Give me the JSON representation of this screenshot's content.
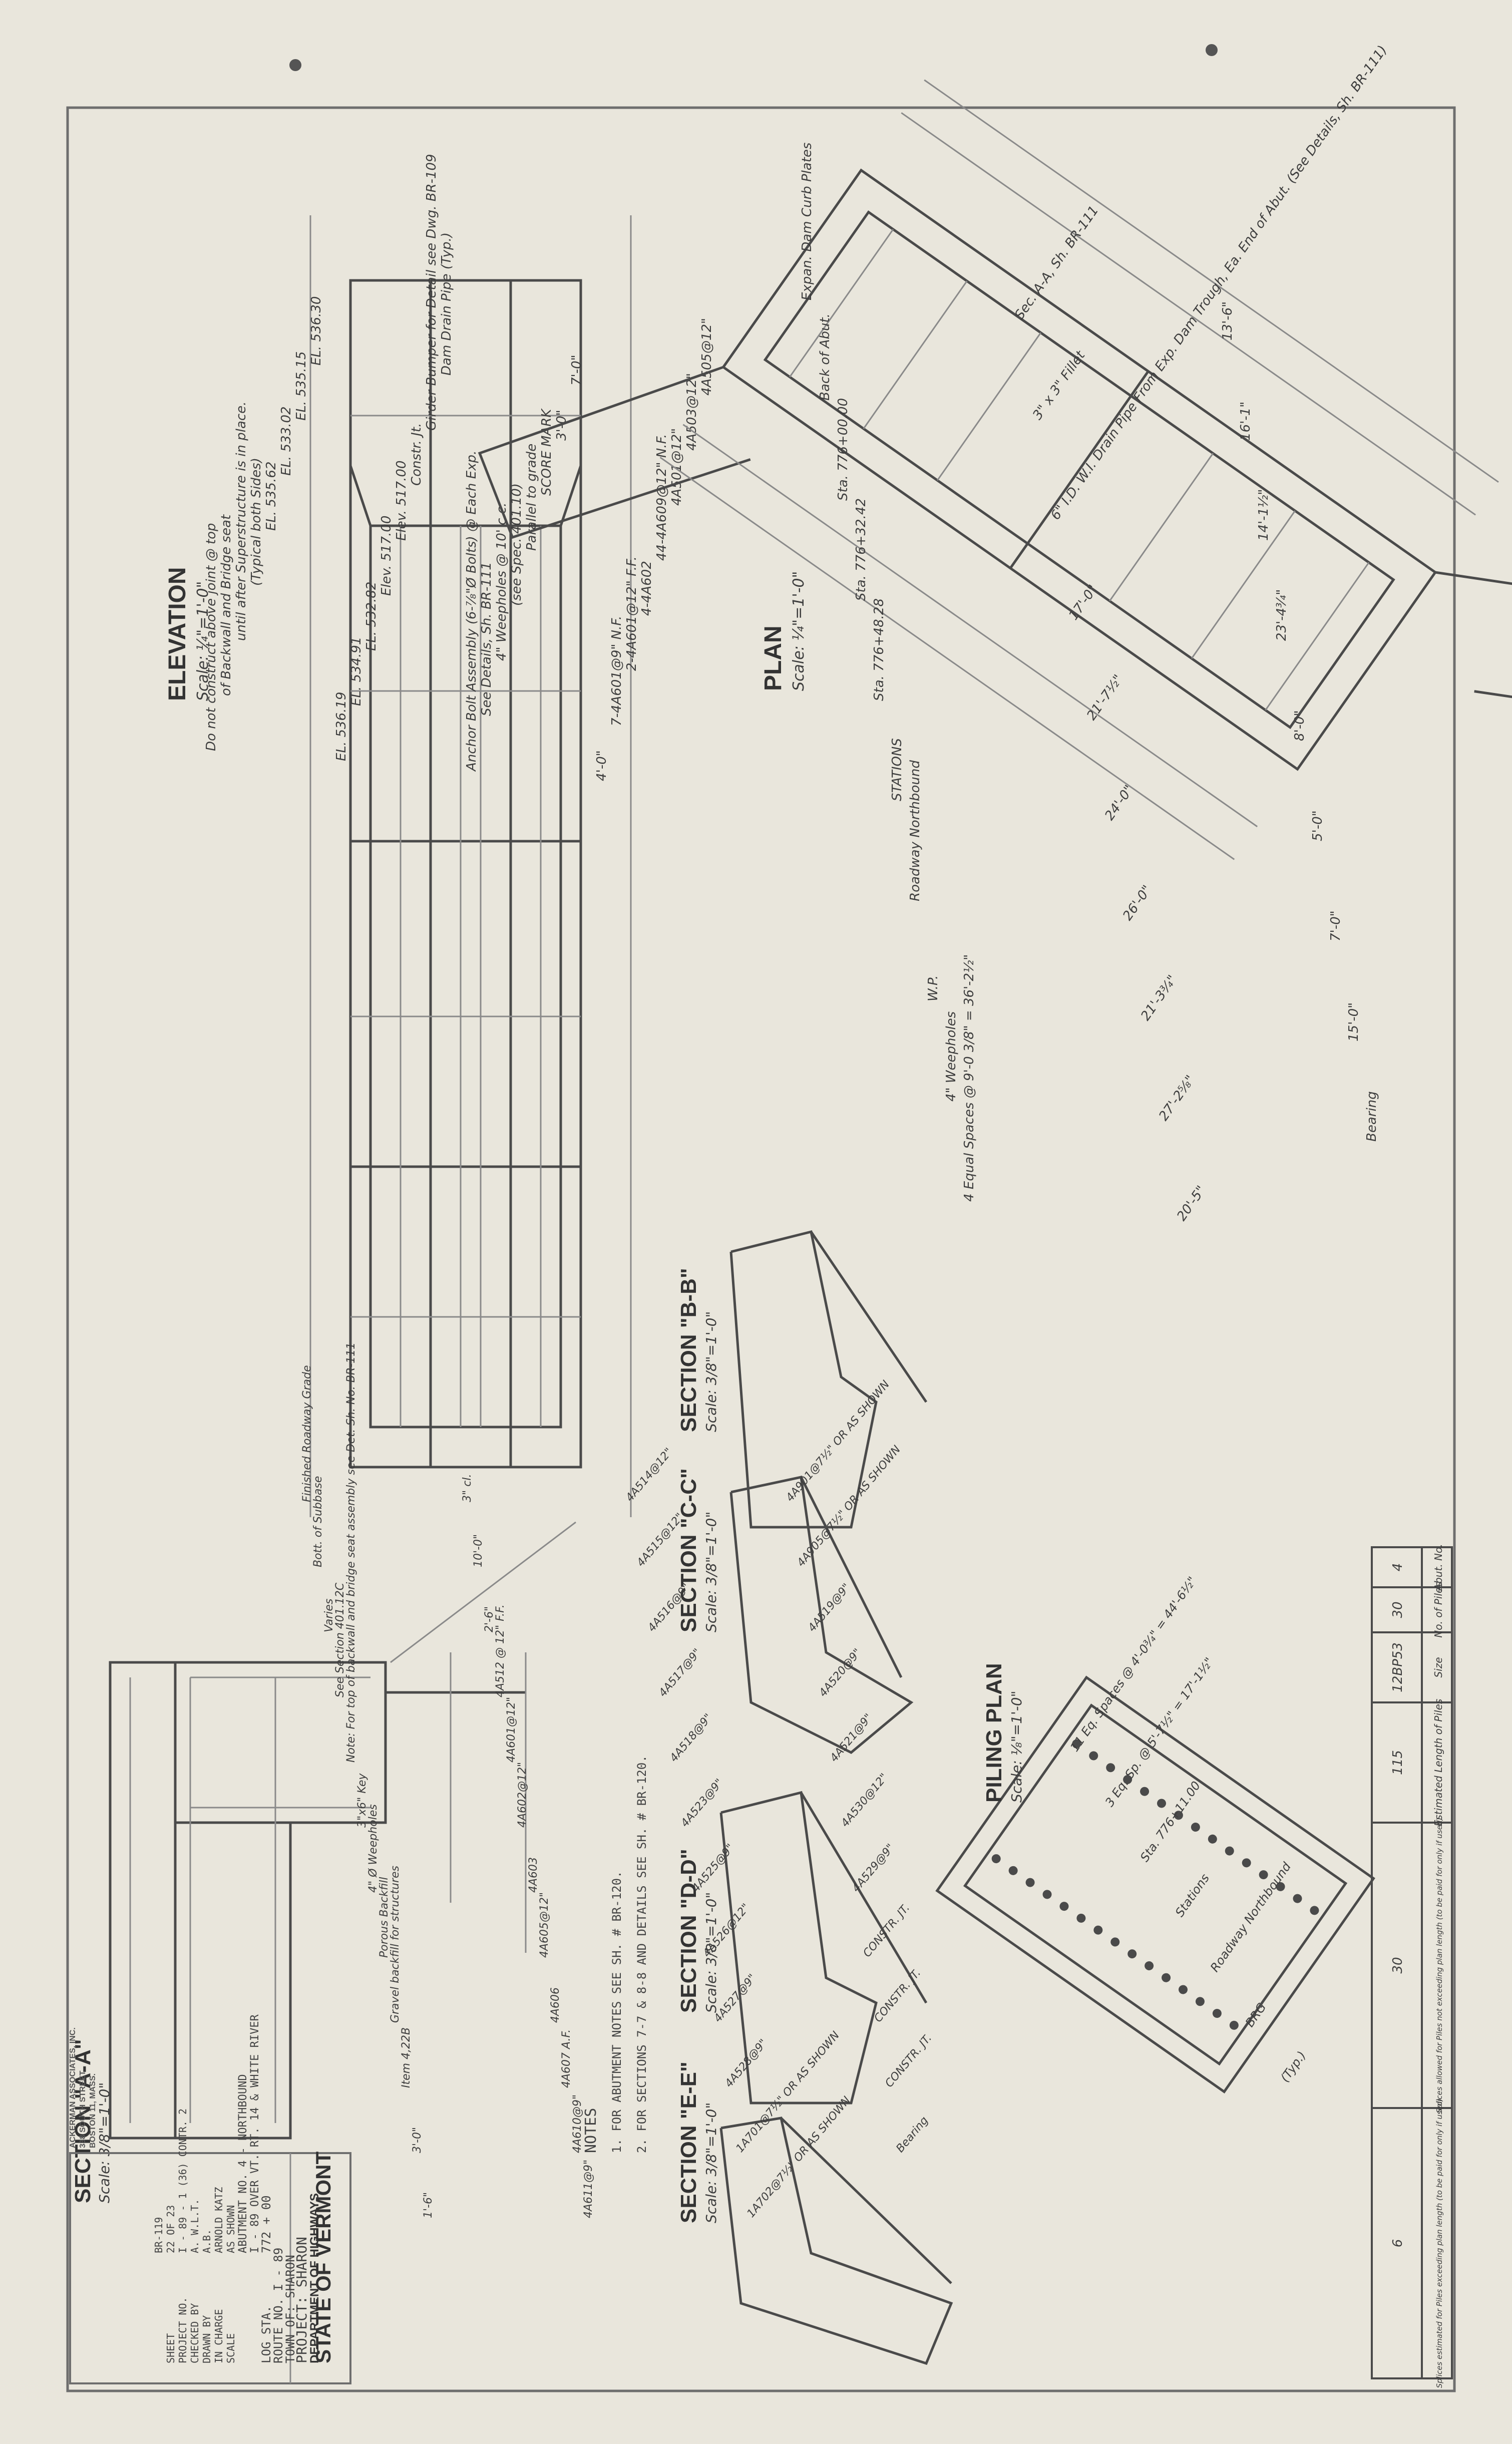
{
  "colors": {
    "paper": "#e9e6dc",
    "ink": "#3e3e3e"
  },
  "views": {
    "elevation": {
      "title": "ELEVATION",
      "scale": "Scale: ¼\"=1'-0\""
    },
    "plan": {
      "title": "PLAN",
      "scale": "Scale: ¼\"=1'-0\""
    },
    "section_aa": {
      "title": "SECTION \"A-A\"",
      "scale": "Scale: 3/8\"=1'-0\""
    },
    "section_bb": {
      "title": "SECTION \"B-B\"",
      "scale": "Scale: 3/8\"=1'-0\""
    },
    "section_cc": {
      "title": "SECTION \"C-C\"",
      "scale": "Scale: 3/8\"=1'-0\""
    },
    "section_dd": {
      "title": "SECTION \"D-D\"",
      "scale": "Scale: 3/8\"=1'-0\""
    },
    "section_ee": {
      "title": "SECTION \"E-E\"",
      "scale": "Scale: 3/8\"=1'-0\""
    },
    "piling_plan": {
      "title": "PILING PLAN",
      "scale": "Scale: ⅛\"=1'-0\""
    }
  },
  "elevation_notes": [
    "Do not construct above joint @ top",
    "of Backwall and Bridge seat",
    "until after Superstructure is in place.",
    "(Typical both Sides)",
    "EL. 535.62",
    "EL. 533.02",
    "EL. 535.15",
    "EL. 536.30",
    "EL. 536.19",
    "EL. 534.91",
    "EL. 532.82",
    "Elev. 517.00",
    "Elev. 517.00",
    "Constr. Jt.",
    "Girder Bumper for Detail see Dwg. BR-109",
    "Dam Drain Pipe (Typ.)",
    "Anchor Bolt Assembly (6-⅞\"Ø Bolts) @ Each Exp.",
    "See Details, Sh. BR-111",
    "4\" Weepholes @ 10' c.c.",
    "(see Spec. 401.10)",
    "Parallel to grade",
    "SCORE MARK",
    "3'-0\"",
    "7'-0\"",
    "4'-0\"",
    "7-4A601@9\" N.F.",
    "2-4A601@12\" F.F.",
    "4-4A602",
    "44-4A609@12\" N.F.",
    "4A501@12\"",
    "4A503@12\"",
    "4A505@12\""
  ],
  "plan_notes": [
    "Expan. Dam Curb Plates",
    "Back of Abut.",
    "Sta. 776+00.00",
    "Sta. 776+32.42",
    "Sta. 776+48.28",
    "STATIONS",
    "Roadway Northbound",
    "W.P.",
    "4\" Weepholes",
    "4 Equal Spaces @ 9'-0 3/8\" = 36'-2½\"",
    "Sec. A-A, Sh. BR-111",
    "3\" x 3\" Fillet",
    "6\" I.D. W.I. Drain Pipe From Exp. Dam Trough, Ea. End of Abut. (See Details, Sh. BR-111)",
    "17'-0\"",
    "21'-7½\"",
    "24'-0\"",
    "26'-0\"",
    "21'-3¾\"",
    "27'-2⅝\"",
    "20'-5\"",
    "13'-6\"",
    "16'-1\"",
    "14'-1½\"",
    "23'-4¾\"",
    "8'-0\"",
    "5'-0\"",
    "7'-0\"",
    "15'-0\"",
    "Bearing"
  ],
  "section_notes": [
    "Finished Roadway Grade",
    "Bott. of Subbase",
    "Varies",
    "See Section 401.12C",
    "Note: For top of backwall and bridge seat assembly see Det. Sh. No. BR-111",
    "3\"x6\" Key",
    "4\" Ø Weepholes",
    "Porous Backfill",
    "Gravel backfill for structures",
    "Item 4,22B",
    "3'-0\"",
    "1'-6\"",
    "3\" cl.",
    "10'-0\"",
    "2'-6\"",
    "4A512 @ 12\" F.F.",
    "4A601@12\"",
    "4A602@12\"",
    "4A603",
    "4A605@12\"",
    "4A606",
    "4A607 A.F.",
    "4A610@9\"",
    "4A611@9\"",
    "4A514@12\"",
    "4A515@12\"",
    "4A516@9\"",
    "4A517@9\"",
    "4A518@9\"",
    "4A523@9\"",
    "4A525@9\"",
    "4A526@12\"",
    "4A527@9\"",
    "4A528@9\"",
    "1A701@7½\" OR AS SHOWN",
    "1A702@7½\" OR AS SHOWN",
    "4A901@7½\" OR AS SHOWN",
    "4A905@7½\" OR AS SHOWN",
    "4A519@9\"",
    "4A520@9\"",
    "4A521@9\"",
    "4A530@12\"",
    "4A529@9\"",
    "CONSTR. JT.",
    "CONSTR. JT.",
    "CONSTR. JT.",
    "Bearing"
  ],
  "piling_notes": [
    "11 Eq. Spaces @ 4'-0¾\" = 44'-6½\"",
    "3 Eq. Sp. @ 5'-7½\" = 17'-1½\"",
    "Sta. 776+11.00",
    "Stations",
    "Roadway Northbound",
    "BRG",
    "(Typ.)"
  ],
  "notes_header": "NOTES",
  "notes": [
    "1. FOR ABUTMENT NOTES SEE SH. # BR-120.",
    "2. FOR SECTIONS 7-7 & 8-8 AND DETAILS SEE SH. # BR-120."
  ],
  "pile_table": {
    "headers": [
      "Abut. No.",
      "No. of Piles",
      "Size",
      "Estimated Length of Piles",
      "Splices allowed for Piles not exceeding plan length (to be paid for only if used)",
      "Splices estimated for Piles exceeding plan length (to be paid for only if used)"
    ],
    "rows": [
      [
        "4",
        "30",
        "12BP53",
        "115",
        "30",
        "6"
      ]
    ]
  },
  "title_block": {
    "state": "STATE OF VERMONT",
    "department": "DEPARTMENT OF HIGHWAYS",
    "project": "PROJECT: SHARON",
    "town": "TOWN OF: SHARON",
    "route": "ROUTE NO. I - 89",
    "log_sta_label": "LOG STA.",
    "log_sta": "772 + 00",
    "bridge": "I - 89 OVER VT. RT. 14 & WHITE RIVER",
    "abutment": "ABUTMENT NO. 4 - NORTHBOUND",
    "scale_label": "SCALE",
    "scale": "AS SHOWN",
    "in_charge_label": "IN CHARGE",
    "in_charge": "ARNOLD KATZ",
    "drawn_label": "DRAWN BY",
    "drawn": "A.B.",
    "checked_label": "CHECKED BY",
    "checked": "A. W.L.T.",
    "project_no_label": "PROJECT NO.",
    "project_no": "I - 89 - 1 (36) CONTR. 2",
    "sheet_label": "SHEET",
    "sheet": "22 OF 23",
    "sheet_no": "BR-119"
  },
  "consultant_stamp": [
    "ACKERMAN ASSOCIATES, INC.",
    "338 SOUTH STREET",
    "BOSTON 11, MASS."
  ]
}
